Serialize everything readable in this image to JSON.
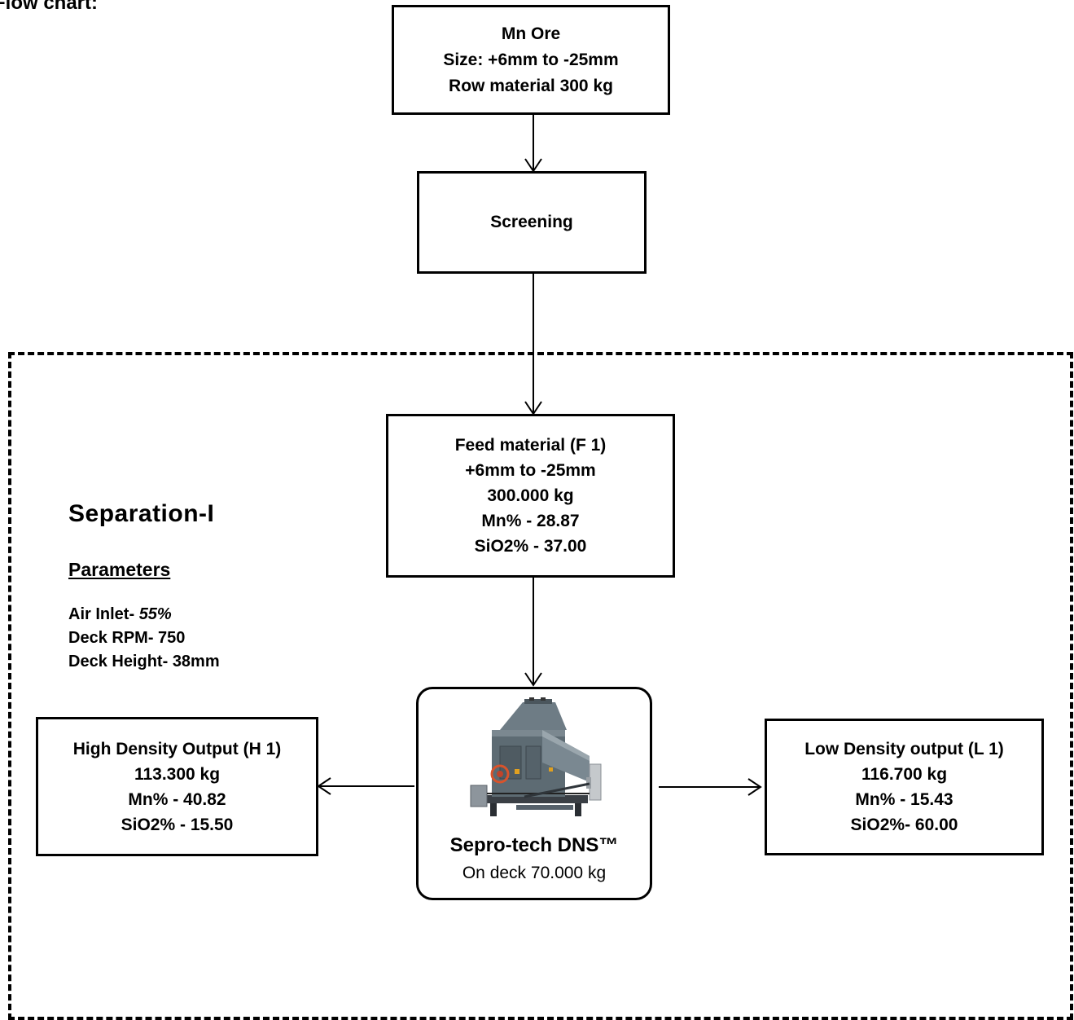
{
  "header_title": "Flow chart:",
  "raw_box": {
    "lines": [
      "Mn Ore",
      "Size: +6mm to -25mm",
      "Row material 300 kg"
    ]
  },
  "screening_box": {
    "label": "Screening"
  },
  "feed_box": {
    "lines": [
      "Feed material (F 1)",
      "+6mm to -25mm",
      "300.000 kg",
      "Mn% - 28.87",
      "SiO2% - 37.00"
    ]
  },
  "separation": {
    "title": "Separation-I",
    "parameters_heading": "Parameters",
    "parameters": [
      {
        "label": "Air Inlet-",
        "value": "55%"
      },
      {
        "label": "Deck RPM-",
        "value": "750"
      },
      {
        "label": "Deck Height-",
        "value": "38mm"
      }
    ]
  },
  "machine": {
    "name": "Sepro-tech DNS™",
    "subtitle": "On deck 70.000 kg",
    "image_icon": "separator-machine-icon"
  },
  "high_density_box": {
    "lines": [
      "High Density Output (H 1)",
      "113.300 kg",
      "Mn% - 40.82",
      "SiO2% - 15.50"
    ]
  },
  "low_density_box": {
    "lines": [
      "Low Density output (L 1)",
      "116.700 kg",
      "Mn% - 15.43",
      "SiO2%- 60.00"
    ]
  }
}
